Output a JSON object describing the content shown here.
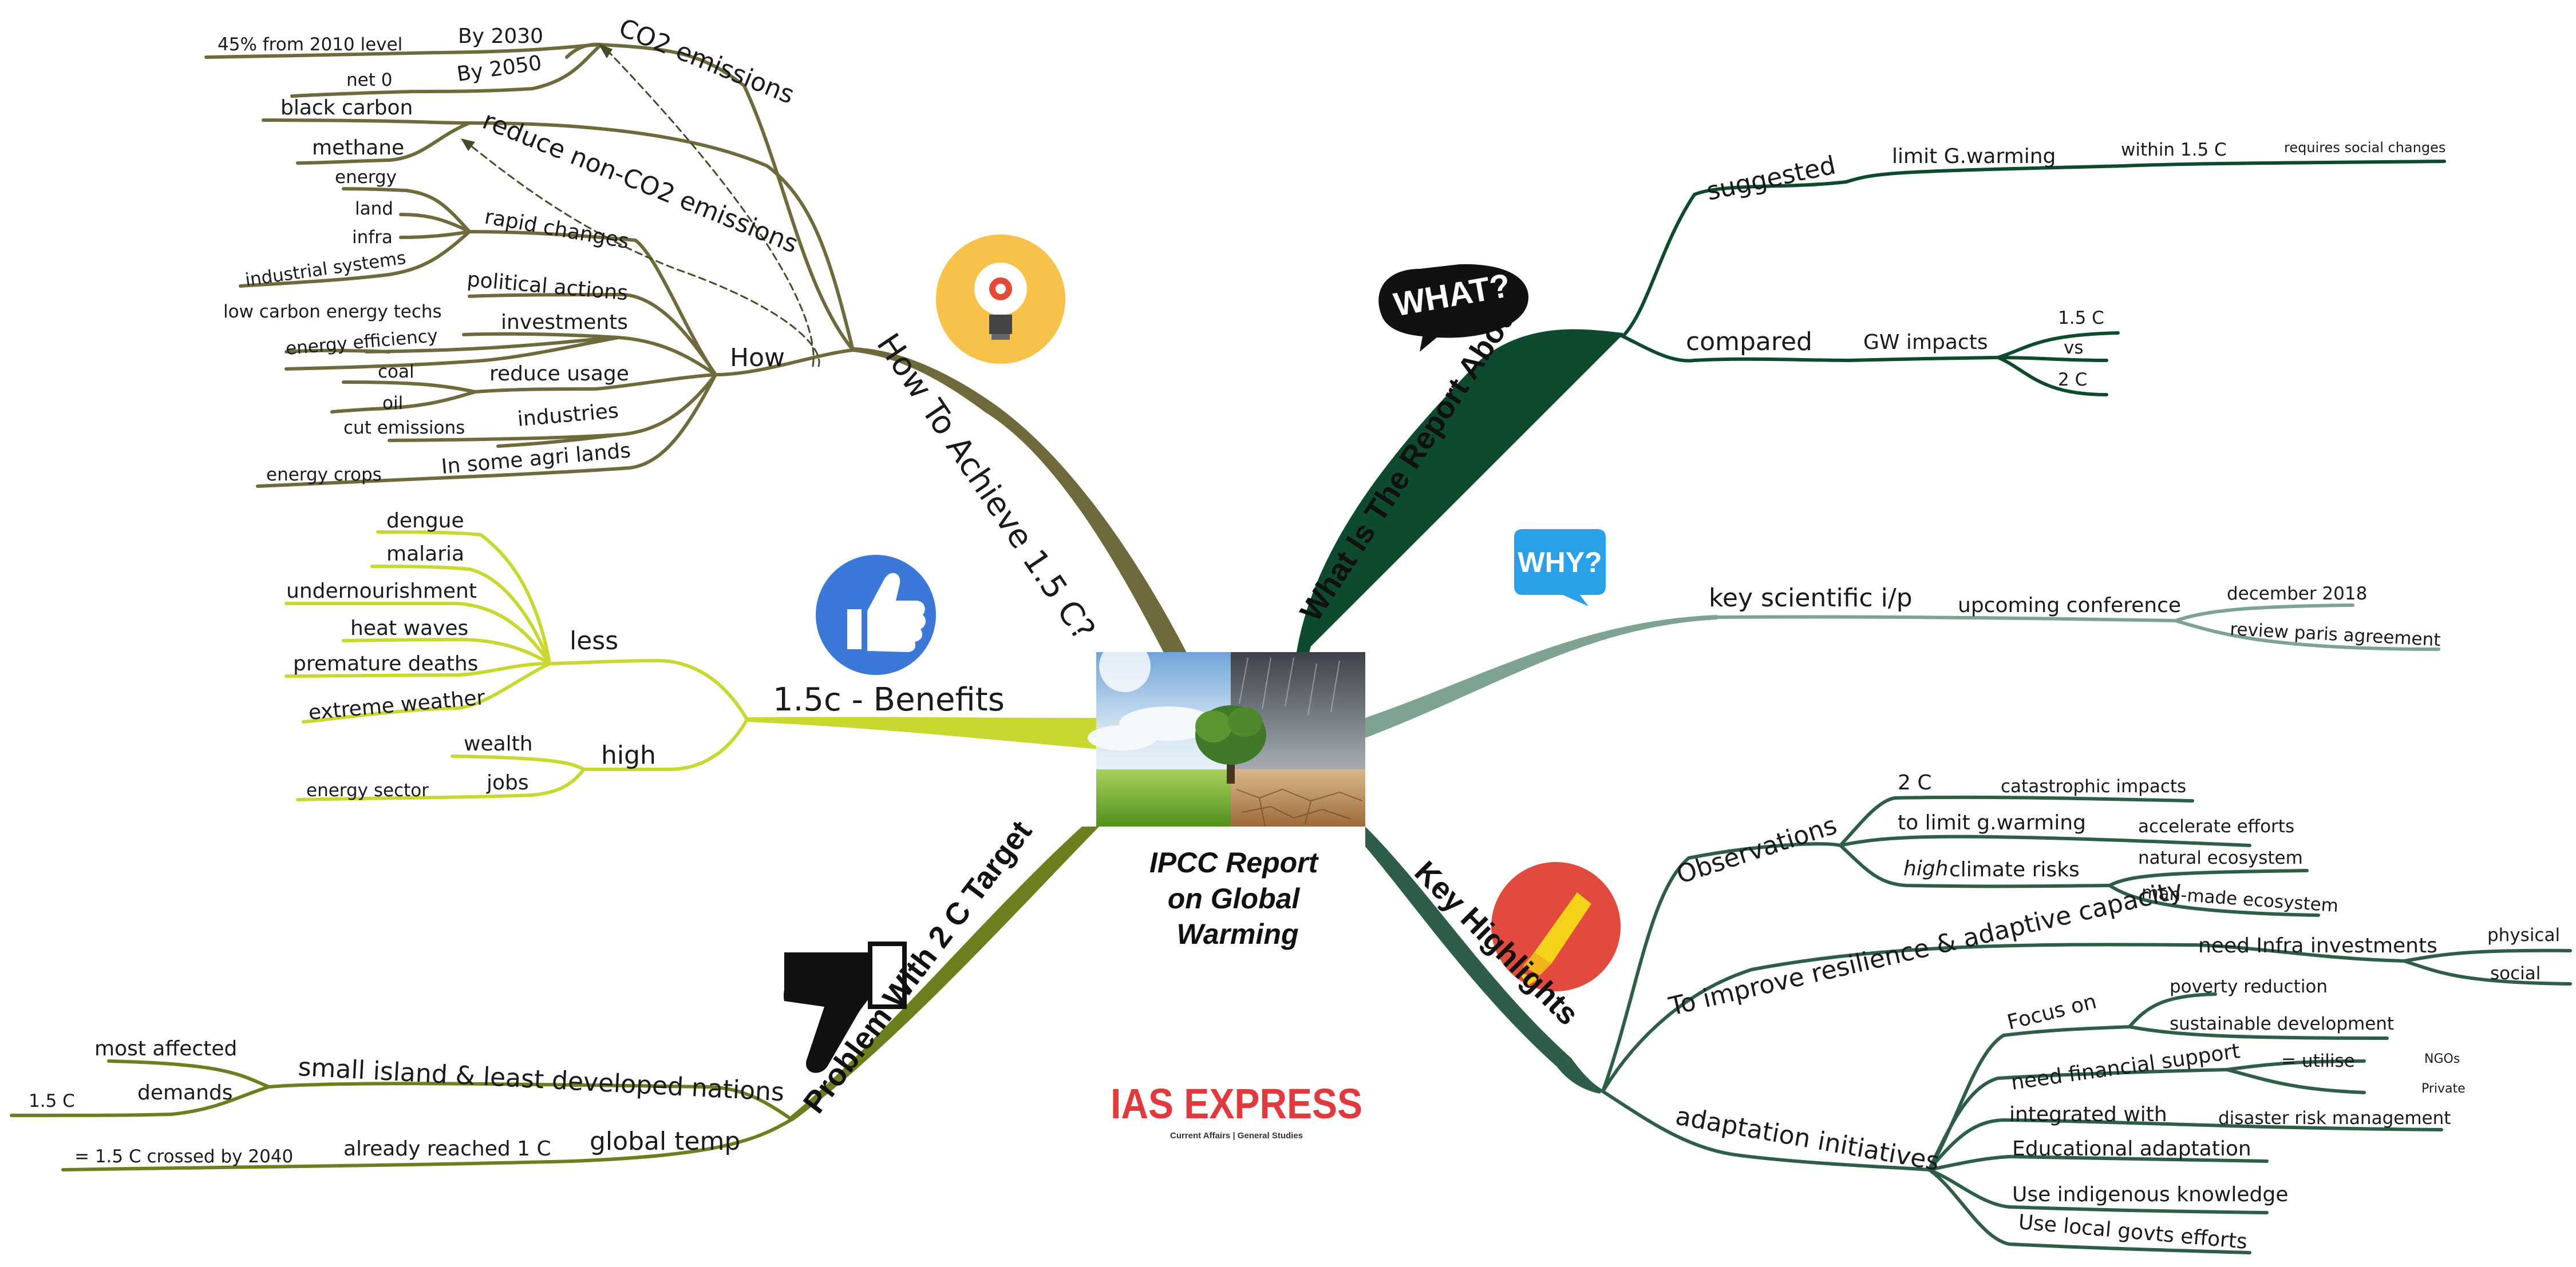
{
  "center": {
    "title_lines": [
      "IPCC Report",
      "on Global",
      "Warming"
    ]
  },
  "brand": {
    "logo_text": "IAS EXPRESS",
    "tagline": "Current Affairs | General Studies"
  },
  "icons": {
    "what": "WHAT?",
    "why": "WHY?"
  },
  "branches": {
    "what": {
      "title": "What Is The Report About?",
      "suggested": {
        "label": "suggested",
        "limit": "limit G.warming",
        "within": "within 1.5 C",
        "requires": "requires social changes"
      },
      "compared": {
        "label": "compared",
        "gw": "GW impacts",
        "items": [
          "1.5 C",
          "vs",
          "2 C"
        ]
      }
    },
    "why": {
      "key": "key scientific i/p",
      "conference": "upcoming conference",
      "items": [
        "december 2018",
        "review paris agreement"
      ]
    },
    "highlights": {
      "title": "Key Highlights",
      "observations": {
        "label": "Observations",
        "c2": "2 C",
        "c2_child": "catastrophic impacts",
        "limit": "to limit g.warming",
        "limit_child": "accelerate efforts",
        "high": "high",
        "high_rest": "climate risks",
        "high_children": [
          "natural ecosystem",
          "man-made ecosystem"
        ]
      },
      "resilience": {
        "label": "To improve resilience & adaptive capacity",
        "need": "need Infra investments",
        "items": [
          "physical",
          "social"
        ]
      },
      "adaptation": {
        "label": "adaptation initiatives",
        "focus": "Focus on",
        "focus_items": [
          "poverty reduction",
          "sustainable development"
        ],
        "financial": "need financial support",
        "utilise": "= utilise",
        "utilise_items": [
          "NGOs",
          "Private"
        ],
        "integrated": "integrated with",
        "integrated_child": "disaster risk management",
        "others": [
          "Educational adaptation",
          "Use indigenous knowledge",
          "Use local govts efforts"
        ]
      }
    },
    "problem": {
      "title": "Problem With 2 C Target",
      "island": {
        "label": "small island & least developed nations",
        "affected": "most affected",
        "demands": "demands",
        "demand_value": "1.5 C"
      },
      "temp": {
        "label": "global temp",
        "reached": "already reached 1 C",
        "crossed": "= 1.5 C crossed by 2040"
      }
    },
    "benefits": {
      "title": "1.5c - Benefits",
      "less": {
        "label": "less",
        "items": [
          "dengue",
          "malaria",
          "undernourishment",
          "heat waves",
          "premature deaths",
          "extreme weather"
        ]
      },
      "high": {
        "label": "high",
        "wealth": "wealth",
        "jobs": "jobs",
        "jobs_child": "energy sector"
      }
    },
    "achieve": {
      "title": "How To Achieve 1.5 C?",
      "co2": {
        "label": "CO2 emissions",
        "by2030": "By 2030",
        "v2030": "45% from 2010 level",
        "by2050": "By 2050",
        "v2050": "net 0"
      },
      "nonco2": {
        "label": "reduce non-CO2 emissions",
        "items": [
          "black carbon",
          "methane"
        ]
      },
      "how": {
        "label": "How",
        "rapid": "rapid changes",
        "rapid_items": [
          "energy",
          "land",
          "infra",
          "industrial systems"
        ],
        "political": "political actions",
        "investments": "investments",
        "invest_items": [
          "low carbon energy techs",
          "energy efficiency"
        ],
        "reduce": "reduce usage",
        "reduce_items": [
          "coal",
          "oil"
        ],
        "industries": "industries",
        "industries_child": "cut emissions",
        "agri": "In some agri lands",
        "agri_child": "energy crops"
      }
    }
  },
  "colors": {
    "what": "#0d4a2e",
    "why": "#7fa392",
    "highlights": "#2f5e48",
    "problem": "#6b7f1e",
    "benefits": "#c8d830",
    "achieve": "#6f6a3c",
    "brand_red": "#e03a3e",
    "brand_dark": "#333333"
  }
}
